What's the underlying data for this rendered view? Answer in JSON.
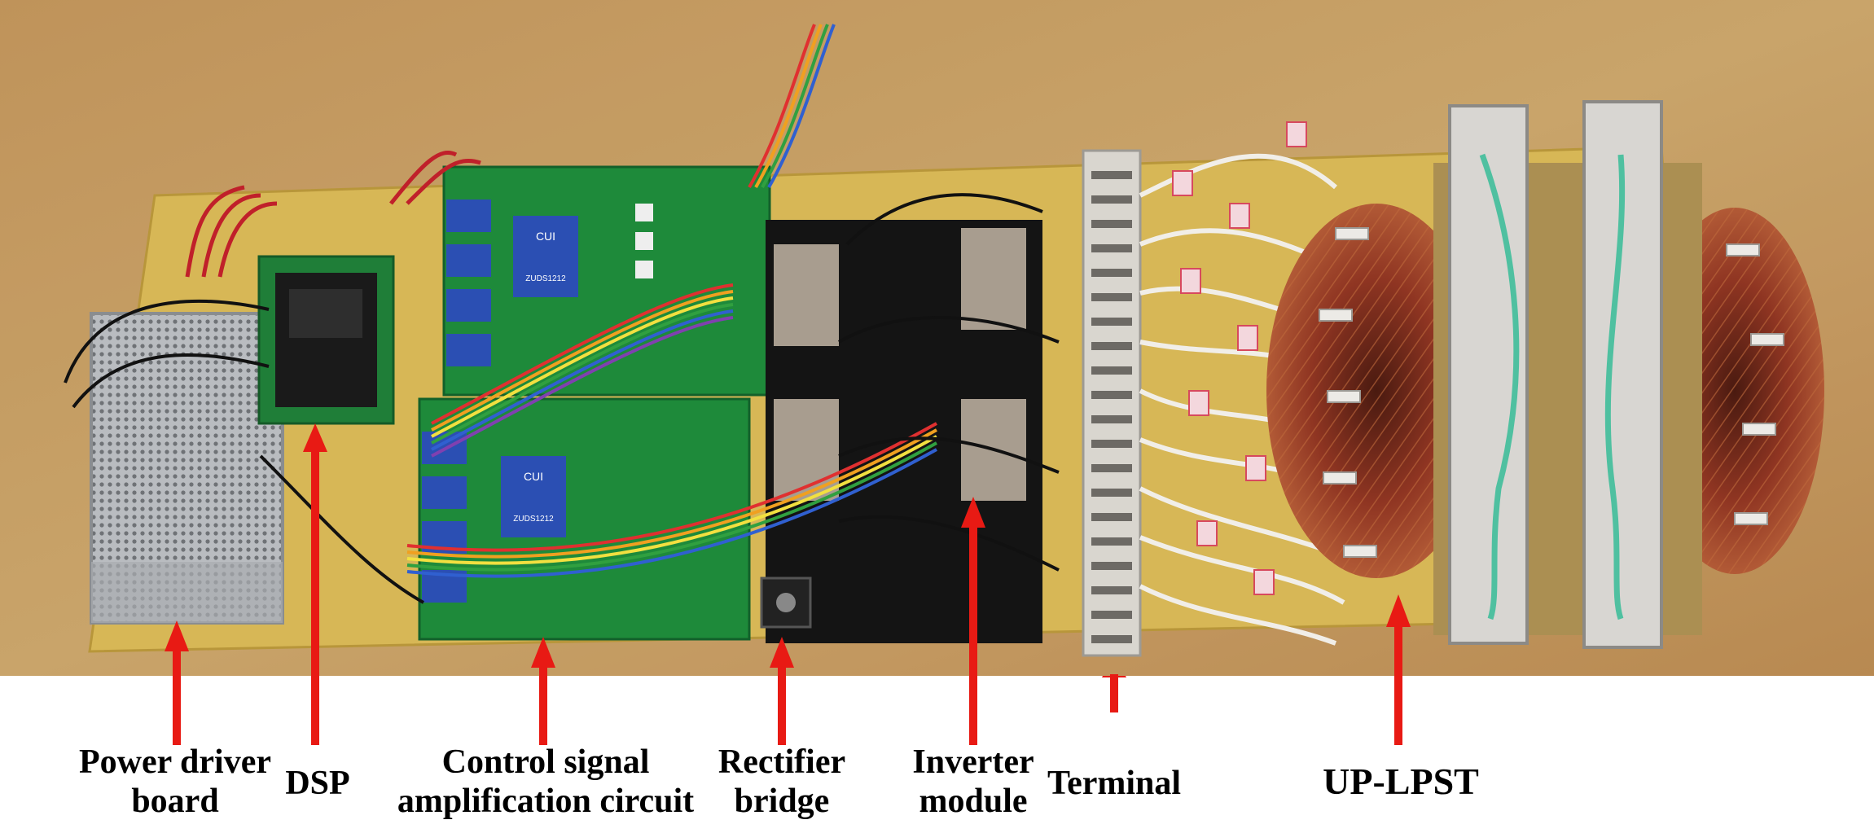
{
  "labels": {
    "power_driver_board": {
      "line1": "Power driver",
      "line2": "board"
    },
    "dsp": {
      "line1": "DSP"
    },
    "control_signal": {
      "line1": "Control signal",
      "line2": "amplification circuit"
    },
    "rectifier_bridge": {
      "line1": "Rectifier",
      "line2": "bridge"
    },
    "inverter_module": {
      "line1": "Inverter",
      "line2": "module"
    },
    "terminal": {
      "line1": "Terminal"
    },
    "up_lpst": {
      "line1": "UP-LPST"
    }
  },
  "module_text": {
    "brand": "CUI",
    "part": "ZUDS1212"
  },
  "colors": {
    "background": "#ffffff",
    "table_wood": "#c9a46b",
    "base_board": "#d6b85a",
    "pcb_green": "#1e8a3a",
    "arrow_red": "#e81a14",
    "copper": "#8a2f1e"
  }
}
